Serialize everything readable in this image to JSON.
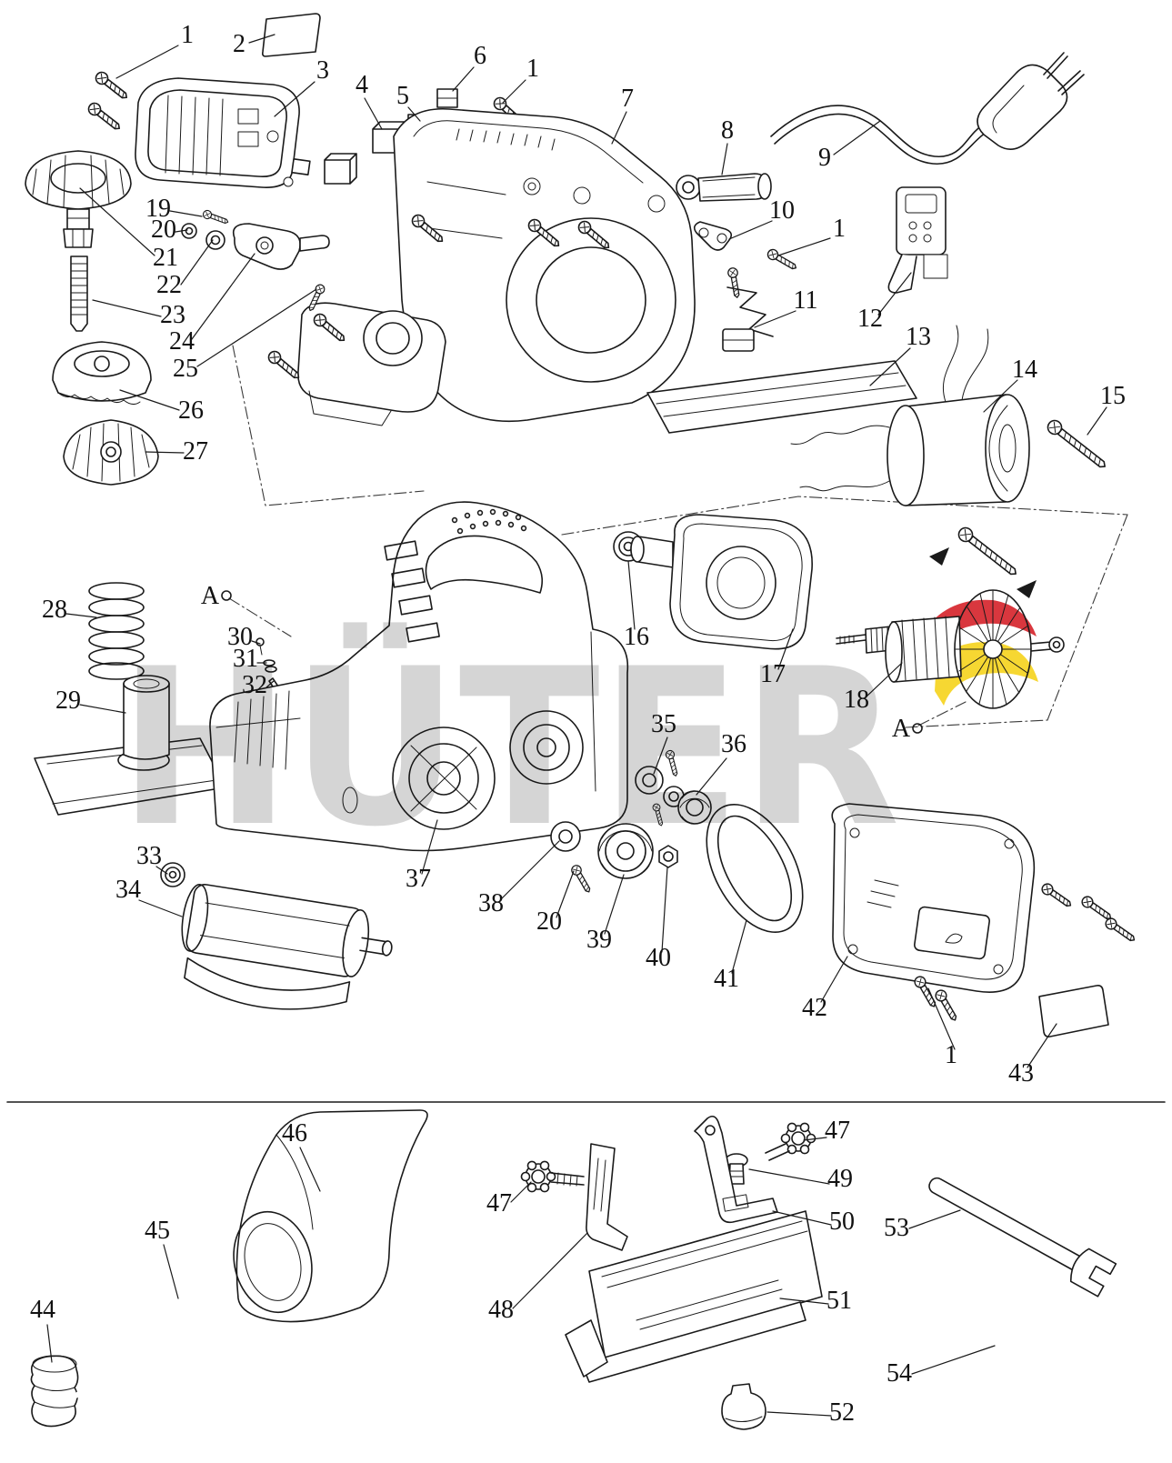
{
  "diagram": {
    "watermark": "HÜTER",
    "colors": {
      "line": "#1a1a1a",
      "watermark": "#c5c5c5",
      "logo_red": "#d5222a",
      "logo_yellow": "#f6d31c"
    },
    "labels": [
      "1",
      "2",
      "3",
      "4",
      "5",
      "6",
      "1",
      "7",
      "8",
      "9",
      "10",
      "1",
      "11",
      "12",
      "13",
      "14",
      "15",
      "19",
      "20",
      "21",
      "22",
      "23",
      "24",
      "25",
      "26",
      "27",
      "16",
      "17",
      "18",
      "28",
      "30",
      "31",
      "32",
      "29",
      "33",
      "34",
      "35",
      "36",
      "37",
      "38",
      "20",
      "39",
      "40",
      "41",
      "42",
      "1",
      "43",
      "44",
      "45",
      "46",
      "47",
      "48",
      "47",
      "49",
      "50",
      "51",
      "52",
      "53",
      "54",
      "A",
      "A"
    ]
  }
}
